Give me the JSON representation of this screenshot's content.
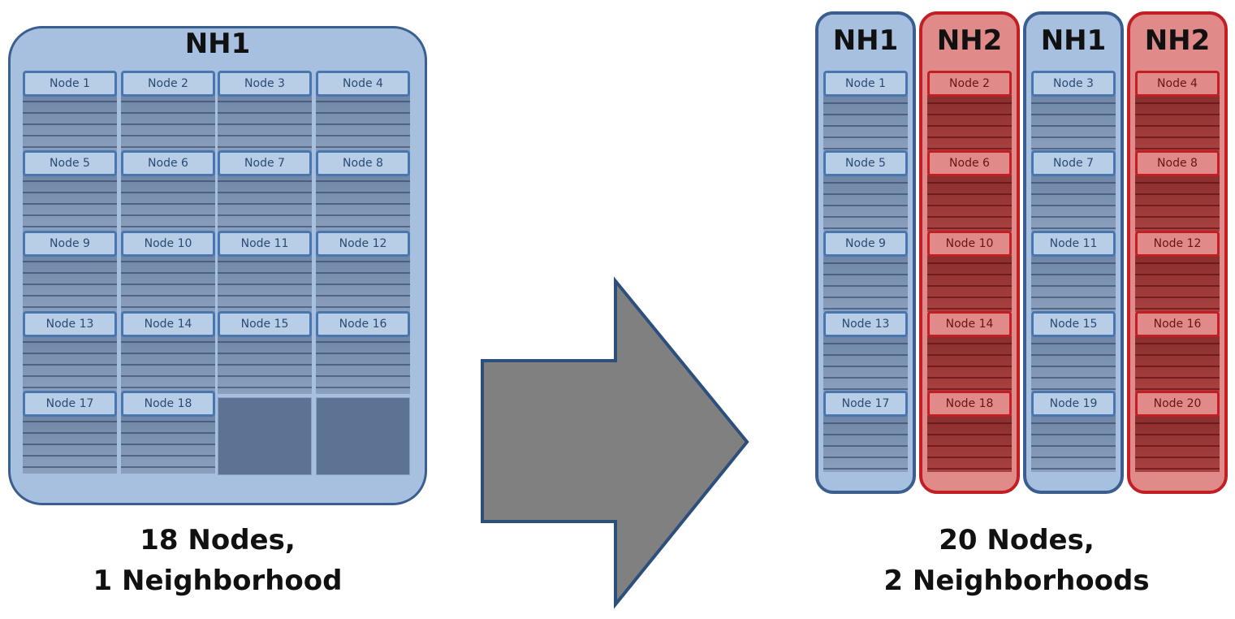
{
  "left": {
    "title": "NH1",
    "nodes": [
      "Node 1",
      "Node 2",
      "Node 3",
      "Node 4",
      "Node 5",
      "Node 6",
      "Node 7",
      "Node 8",
      "Node 9",
      "Node 10",
      "Node 11",
      "Node 12",
      "Node 13",
      "Node 14",
      "Node 15",
      "Node 16",
      "Node 17",
      "Node 18"
    ],
    "caption_line1": "18 Nodes,",
    "caption_line2": "1 Neighborhood"
  },
  "right": {
    "columns": [
      {
        "title": "NH1",
        "color": "blue",
        "nodes": [
          "Node 1",
          "Node 5",
          "Node 9",
          "Node 13",
          "Node 17"
        ]
      },
      {
        "title": "NH2",
        "color": "red",
        "nodes": [
          "Node 2",
          "Node 6",
          "Node 10",
          "Node 14",
          "Node 18"
        ]
      },
      {
        "title": "NH1",
        "color": "blue",
        "nodes": [
          "Node 3",
          "Node 7",
          "Node 11",
          "Node 15",
          "Node 19"
        ]
      },
      {
        "title": "NH2",
        "color": "red",
        "nodes": [
          "Node 4",
          "Node 8",
          "Node 12",
          "Node 16",
          "Node 20"
        ]
      }
    ],
    "caption_line1": "20 Nodes,",
    "caption_line2": "2 Neighborhoods"
  },
  "arrow_icon": "right-arrow-icon",
  "colors": {
    "nh1_fill": "#a8c0df",
    "nh1_border": "#3a5f8f",
    "nh2_fill": "#e08a8a",
    "nh2_border": "#c21f24",
    "arrow_fill": "#808080",
    "arrow_border": "#2d4f7c"
  }
}
